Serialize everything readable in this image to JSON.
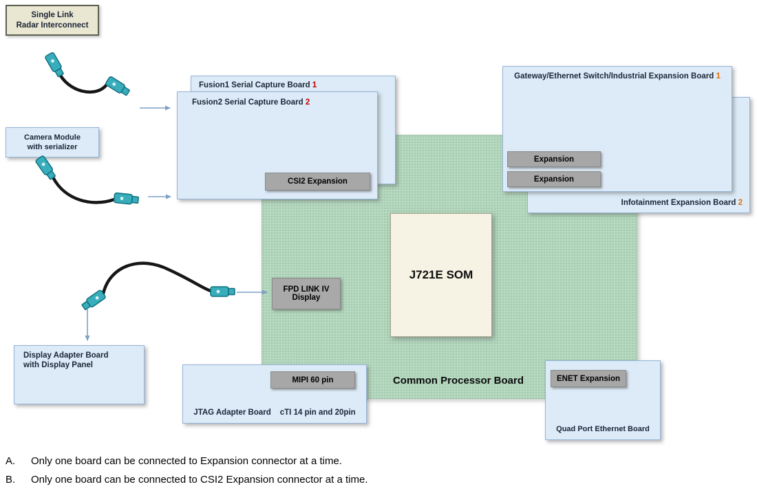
{
  "boxes": {
    "radar": {
      "label": "Single Link\nRadar Interconnect"
    },
    "camera": {
      "label": "Camera Module\nwith serializer"
    },
    "fusion_back": {
      "label": "Fusion1 Serial Capture Board",
      "num": "1"
    },
    "fusion_front": {
      "label": "Fusion2 Serial Capture Board",
      "num": "2"
    },
    "csi2_button": {
      "label": "CSI2 Expansion"
    },
    "som": {
      "label": "J721E SOM"
    },
    "common_processor": {
      "label": "Common Processor Board"
    },
    "gateway": {
      "label": "Gateway/Ethernet Switch/Industrial Expansion Board",
      "num": "1"
    },
    "expansion_buttons": [
      "Expansion",
      "Expansion"
    ],
    "infotainment": {
      "label": "Infotainment Expansion Board",
      "num": "2"
    },
    "fpd": {
      "label": "FPD LINK IV\nDisplay"
    },
    "display_adapter": {
      "label": "Display Adapter Board\nwith Display Panel"
    },
    "jtag": {
      "label": "JTAG Adapter Board",
      "label2": "cTI 14 pin and 20pin"
    },
    "mipi_button": {
      "label": "MIPI 60 pin"
    },
    "enet_button": {
      "label": "ENET Expansion"
    },
    "quad_port": {
      "label": "Quad Port Ethernet Board"
    }
  },
  "notes": [
    {
      "label": "A.",
      "text": "Only one board can be connected to Expansion connector at a time."
    },
    {
      "label": "B.",
      "text": "Only one board can be connected to CSI2 Expansion connector at a time."
    }
  ],
  "colors": {
    "board_fill": "#dcebf7",
    "board_border": "#95b3d7",
    "green_board_fill": "#b6d9c0",
    "gray_button": "#a7a7a7",
    "beige_box": "#e9e6d2",
    "som_fill": "#f6f3e4",
    "red_number": "#c00000",
    "orange_number": "#e36c0a",
    "connector_teal": "#38adbc",
    "arrow_blue": "#7f9fc6"
  }
}
